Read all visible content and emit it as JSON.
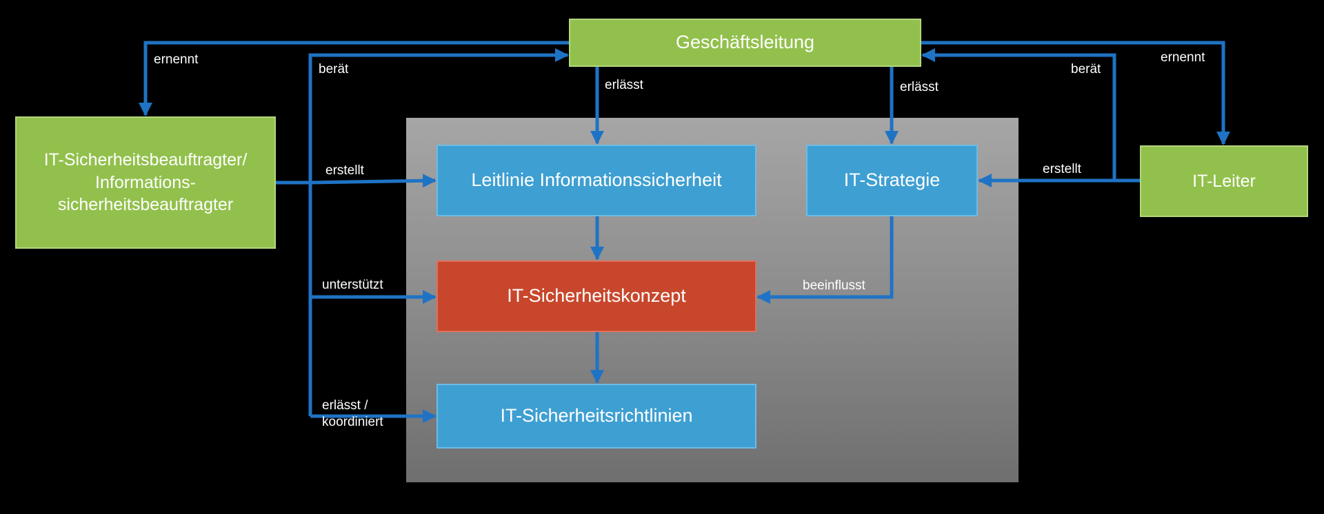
{
  "boxes": {
    "geschaeftsleitung": "Geschäftsleitung",
    "isb_line1": "IT-Sicherheitsbeauftragter/",
    "isb_line2": "Informations-",
    "isb_line3": "sicherheitsbeauftragter",
    "it_leiter": "IT-Leiter",
    "leitlinie": "Leitlinie Informationssicherheit",
    "it_strategie": "IT-Strategie",
    "sicherheitskonzept": "IT-Sicherheitskonzept",
    "sicherheitsrichtlinien": "IT-Sicherheitsrichtlinien"
  },
  "labels": {
    "ernennt_left": "ernennt",
    "beraet_left": "berät",
    "erlaesst_left": "erlässt",
    "erlaesst_right": "erlässt",
    "beraet_right": "berät",
    "ernennt_right": "ernennt",
    "erstellt_left": "erstellt",
    "erstellt_right": "erstellt",
    "unterstuetzt": "unterstützt",
    "beeinflusst": "beeinflusst",
    "erlaesst_koord_line1": "erlässt /",
    "erlaesst_koord_line2": "koordiniert"
  },
  "colors": {
    "background": "#000000",
    "arrow": "#1f73c4",
    "role_box": "#92c04c",
    "document_box": "#3e9fd2",
    "concept_box": "#c8472c"
  }
}
